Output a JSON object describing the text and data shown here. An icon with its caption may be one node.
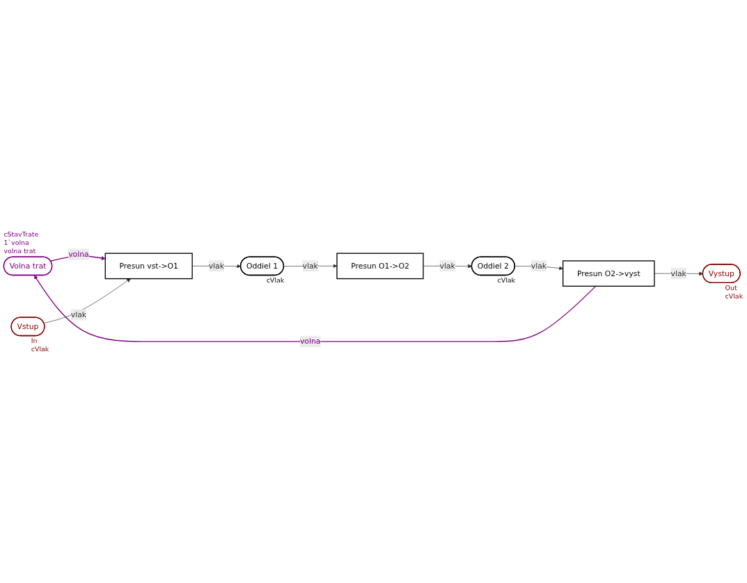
{
  "diagram": {
    "nodes": [
      {
        "text": [
          "Volna trat"
        ],
        "beside": [
          "cStavTrate",
          "1`volna",
          "volna trat"
        ]
      },
      {
        "text": [
          "Presun O2->vyst"
        ]
      },
      {
        "text": [
          "Oddiel 2"
        ],
        "beside": [
          "cVlak"
        ]
      },
      {
        "text": [
          "Presun O1->O2"
        ]
      },
      {
        "text": [
          "Vstup"
        ],
        "beside": [
          "In",
          "cVlak"
        ]
      },
      {
        "text": [
          "Oddiel 1"
        ],
        "beside": [
          "cVlak"
        ]
      },
      {
        "text": [
          "Vystup"
        ],
        "beside": [
          "Out",
          "cVlak"
        ]
      },
      {
        "text": [
          "Presun vst->O1"
        ]
      }
    ],
    "edges": [
      {
        "from": 1,
        "to": 0,
        "arrow": "to",
        "label": "volna",
        "color": "#800080"
      },
      {
        "from": 0,
        "to": 7,
        "arrow": "to",
        "label": "volna",
        "color": "#800080"
      },
      {
        "from": 4,
        "to": 7,
        "arrow": "to",
        "label": "vlak"
      },
      {
        "from": 7,
        "to": 5,
        "arrow": "to",
        "label": "vlak"
      },
      {
        "from": 5,
        "to": 3,
        "arrow": "to",
        "label": "vlak"
      },
      {
        "from": 3,
        "to": 2,
        "arrow": "to",
        "label": "vlak"
      },
      {
        "from": 2,
        "to": 1,
        "arrow": "to",
        "label": "vlak"
      },
      {
        "from": 1,
        "to": 6,
        "arrow": "to",
        "label": "vlak"
      }
    ]
  }
}
